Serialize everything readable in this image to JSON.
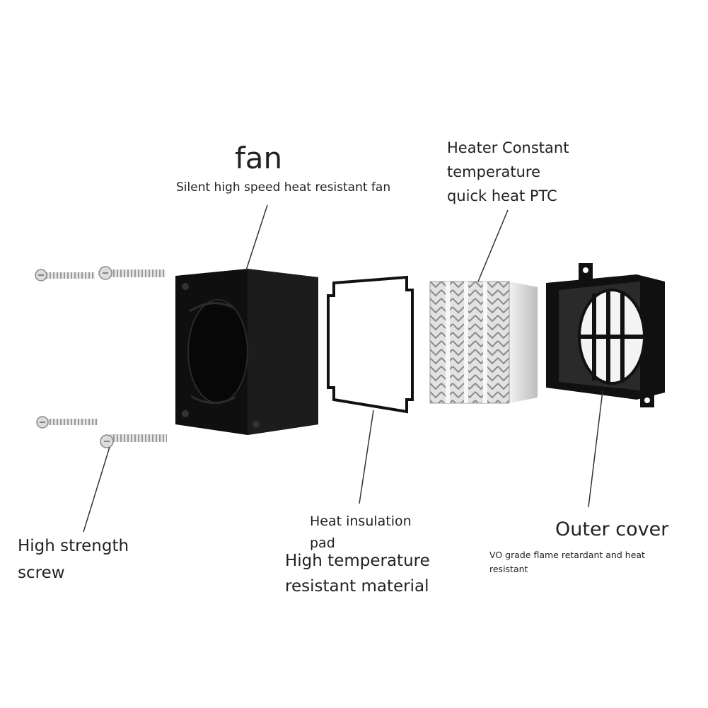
{
  "labels": {
    "fan_title": "fan",
    "fan_desc": "Silent high speed heat resistant fan",
    "heater": "Heater Constant\ntemperature\nquick heat PTC",
    "screw": "High strength\nscrew",
    "pad_title": "Heat insulation\npad",
    "pad_desc": "High temperature\nresistant material",
    "cover_title": "Outer cover",
    "cover_desc": "VO grade flame retardant and heat\nresistant"
  },
  "colors": {
    "component_black": "#0f0f0f",
    "fin_silver": "#c9c9c9",
    "leader_line": "#333333",
    "text": "#222222"
  }
}
